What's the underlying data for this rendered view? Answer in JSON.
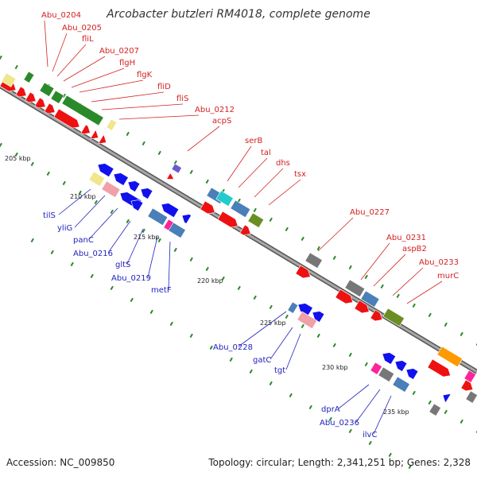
{
  "title": "Arcobacter butzleri RM4018, complete genome",
  "accession": "Accession: NC_009850",
  "topology": "Topology: circular; Length: 2,341,251 bp; Genes: 2,328",
  "ticks": [
    "205 kbp",
    "210 kbp",
    "215 kbp",
    "220 kbp",
    "225 kbp",
    "230 kbp",
    "235 kbp"
  ],
  "forward_labels": [
    "Abu_0204",
    "Abu_0205",
    "fliL",
    "Abu_0207",
    "flgH",
    "flgK",
    "fliD",
    "fliS",
    "Abu_0212",
    "acpS",
    "serB",
    "tal",
    "dhs",
    "tsx",
    "Abu_0227",
    "Abu_0231",
    "aspB2",
    "Abu_0233",
    "murC"
  ],
  "reverse_labels": [
    "tilS",
    "yliG",
    "panC",
    "Abu_0216",
    "gltS",
    "Abu_0219",
    "metF",
    "Abu_0228",
    "gatC",
    "tgt",
    "dprA",
    "Abu_0236",
    "ilvC"
  ],
  "colors": {
    "backbone": "#888888",
    "cds": "#ee1111",
    "forward_label": "#d42020",
    "reverse_label": "#2222bb",
    "reverse_cds": "#1111ee",
    "functional_green": "#2a8a2a",
    "functional_blue": "#4a7fb8",
    "functional_pink": "#f0a0a8",
    "functional_cyan": "#22cccc",
    "functional_gray": "#777777",
    "functional_olive": "#6b8e23",
    "functional_orange": "#ff9900",
    "functional_magenta": "#ff2299",
    "functional_yellow": "#f0e68c",
    "dots": "#2a8a2a"
  }
}
